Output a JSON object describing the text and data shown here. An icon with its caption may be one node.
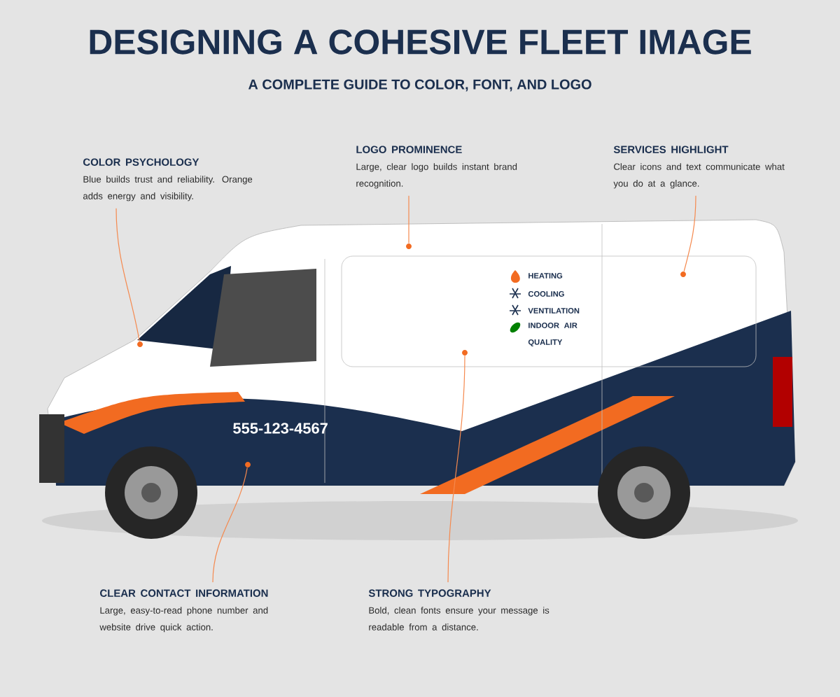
{
  "diagram": {
    "title": "DESIGNING A COHESIVE FLEET IMAGE",
    "nodes": [
      {
        "text": [
          "COLOR PSYCHOLOGY",
          "Blue builds trust and reliability. Orange adds energy and visibility."
        ]
      },
      {
        "text": [
          "LOGO PROMINENCE",
          "Large, clear logo builds instant brand recognition."
        ]
      },
      {
        "text": [
          "SERVICES HIGHLIGHT",
          "Clear icons and text communicate what you do at a glance."
        ]
      },
      {
        "text": [
          "CLEAR CONTACT INFORMATION",
          "Large, easy-to-read phone number and website drive quick action."
        ]
      },
      {
        "text": [
          "STRONG TYPOGRAPHY",
          "Bold, clean fonts ensure your message is readable from a distance."
        ]
      },
      {
        "text": [],
        "shape": "circle"
      },
      {
        "text": [],
        "shape": "circle"
      },
      {
        "text": [],
        "shape": "circle"
      },
      {
        "text": [],
        "shape": "circle"
      },
      {
        "text": [],
        "shape": "circle"
      }
    ],
    "edges": [
      {
        "from": 0,
        "to": 5,
        "arrow": "none"
      },
      {
        "from": 1,
        "to": 6,
        "arrow": "none"
      },
      {
        "from": 2,
        "to": 7,
        "arrow": "none"
      },
      {
        "from": 3,
        "to": 8,
        "arrow": "none"
      },
      {
        "from": 4,
        "to": 9,
        "arrow": "none"
      }
    ],
    "labels": [
      "A COMPLETE GUIDE TO COLOR, FONT, AND LOGO",
      "HEATING",
      "COOLING",
      "VENTILATION",
      "INDOOR AIR QUALITY",
      "555-123-4567"
    ]
  }
}
